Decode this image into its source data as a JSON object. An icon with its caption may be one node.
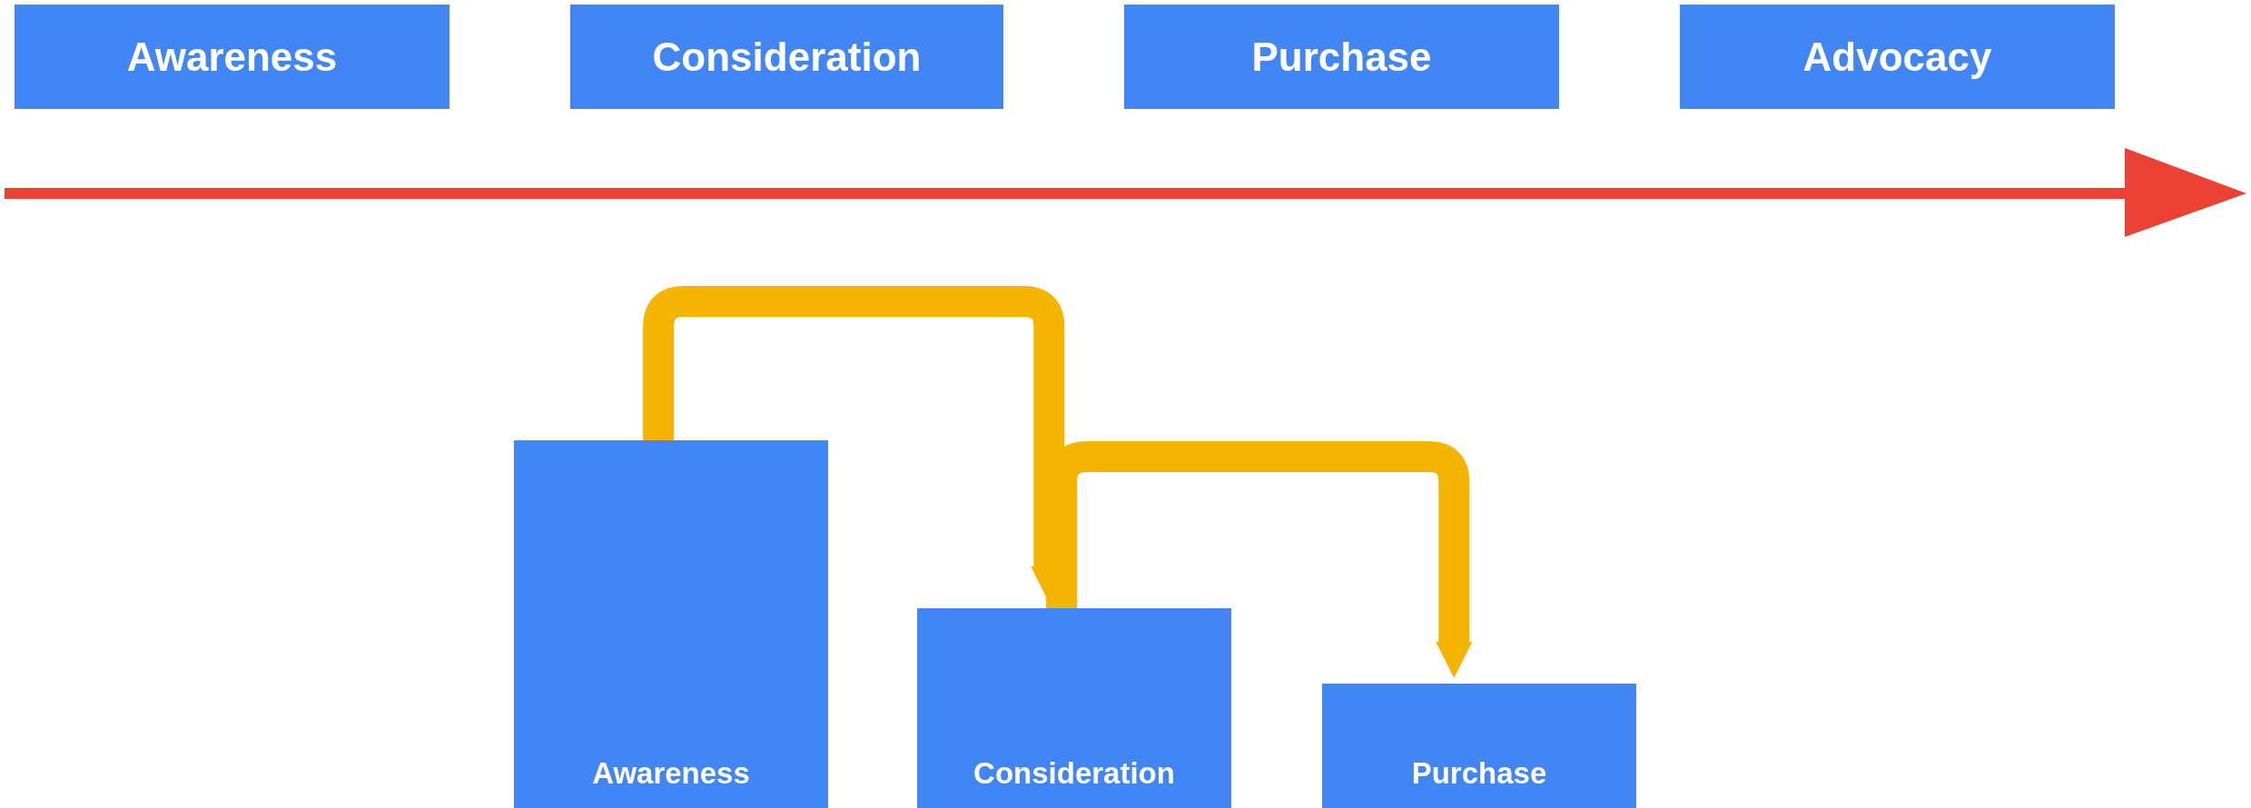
{
  "diagram": {
    "nodes": [
      {
        "text": [
          "Awareness"
        ]
      },
      {
        "text": [
          "Consideration"
        ]
      },
      {
        "text": [
          "Purchase"
        ]
      },
      {
        "text": [
          "Advocacy"
        ]
      },
      {
        "text": [
          "Awareness"
        ]
      },
      {
        "text": [
          "Consideration"
        ]
      },
      {
        "text": [
          "Purchase"
        ]
      }
    ],
    "edges": [
      {
        "from": 4,
        "to": 5,
        "arrow": "to",
        "color": "#f4b400"
      },
      {
        "from": 5,
        "to": 6,
        "arrow": "to",
        "color": "#f4b400"
      }
    ]
  }
}
